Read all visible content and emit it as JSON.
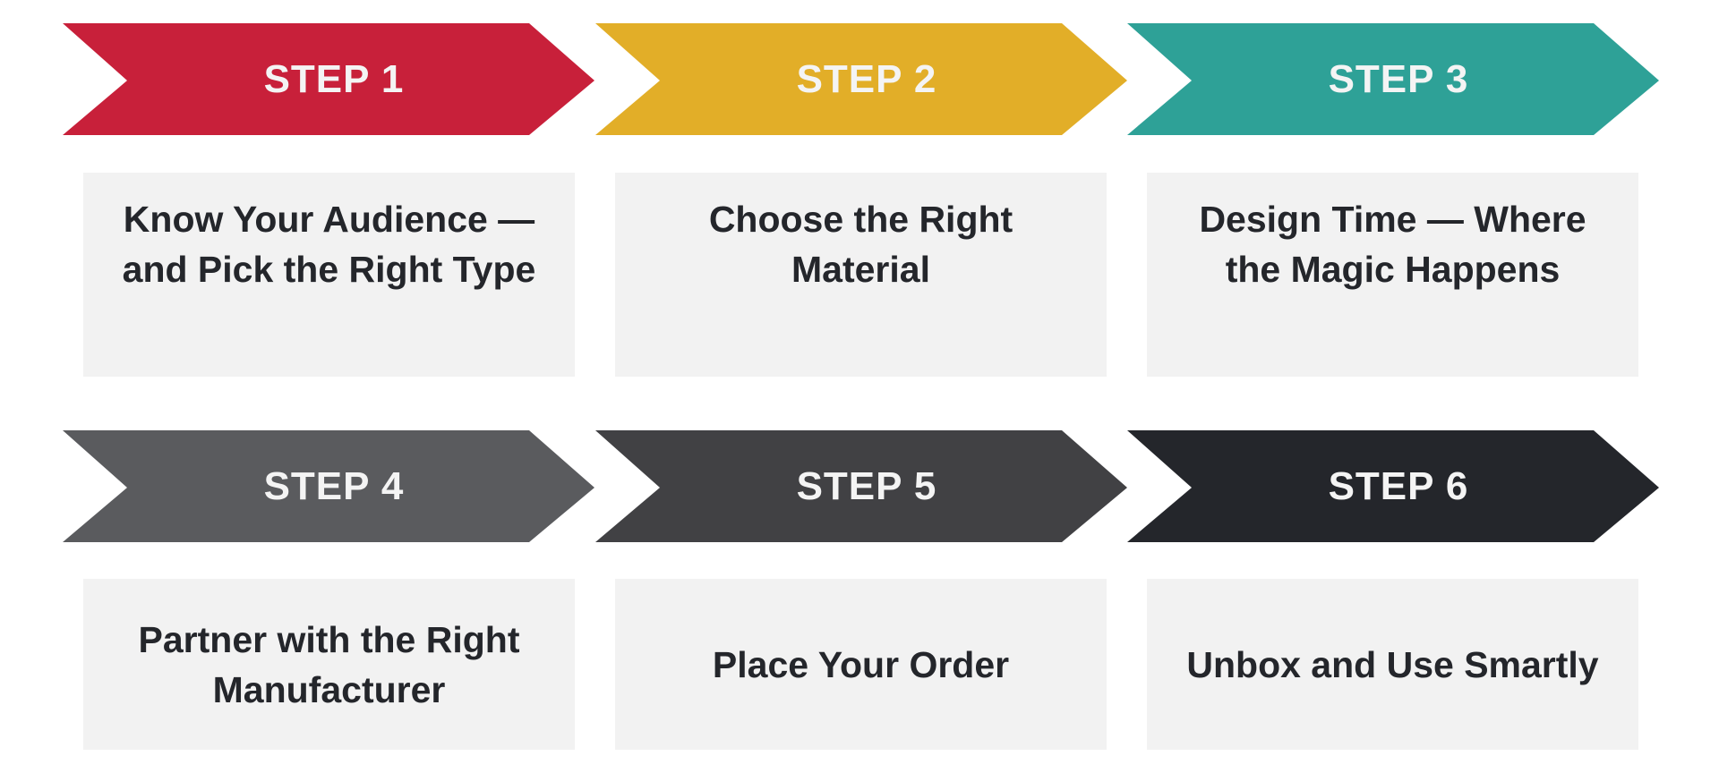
{
  "colors": {
    "step1": "#c8203a",
    "step2": "#e2ae28",
    "step3": "#2ea197",
    "step4": "#5a5b5e",
    "step5": "#414144",
    "step6": "#24262b",
    "box_bg": "#f2f2f2",
    "title_text": "#24262b"
  },
  "steps": [
    {
      "label": "STEP 1",
      "title": "Know Your Audience — and Pick the Right Type"
    },
    {
      "label": "STEP 2",
      "title": "Choose the Right Material"
    },
    {
      "label": "STEP 3",
      "title": "Design Time — Where the Magic Happens"
    },
    {
      "label": "STEP 4",
      "title": "Partner with the Right Manufacturer"
    },
    {
      "label": "STEP 5",
      "title": "Place Your Order"
    },
    {
      "label": "STEP 6",
      "title": "Unbox and Use Smartly"
    }
  ]
}
